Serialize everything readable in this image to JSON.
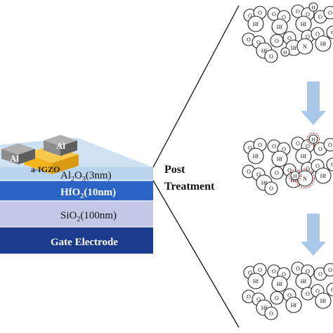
{
  "device": {
    "layers": {
      "al2o3": {
        "base": "Al",
        "sub1": "2",
        "mid": "O",
        "sub2": "3",
        "rest": "(3nm)"
      },
      "hfo2": {
        "base": "HfO",
        "sub": "2",
        "rest": "(10nm)"
      },
      "sio2": {
        "base": "SiO",
        "sub": "2",
        "rest": "(100nm)"
      },
      "gate": "Gate Electrode"
    },
    "channel_label": "a-IGZO",
    "contact_label": "Al"
  },
  "process_label": {
    "line1": "Post",
    "line2": "Treatment"
  },
  "atoms": {
    "oxygen": "O",
    "hafnium": "Hf",
    "hydrogen": "H",
    "nitrogen": "N"
  },
  "colors": {
    "al2o3_layer": "#b9d3ec",
    "hfo2_layer": "#2b63c4",
    "sio2_layer": "#c4c8e6",
    "gate_layer": "#1b3c8c",
    "igzo": "#f2b51b",
    "al_contact": "#8c8c8c",
    "arrow": "#a9c7e8",
    "defect_highlight": "#d21f1f"
  }
}
